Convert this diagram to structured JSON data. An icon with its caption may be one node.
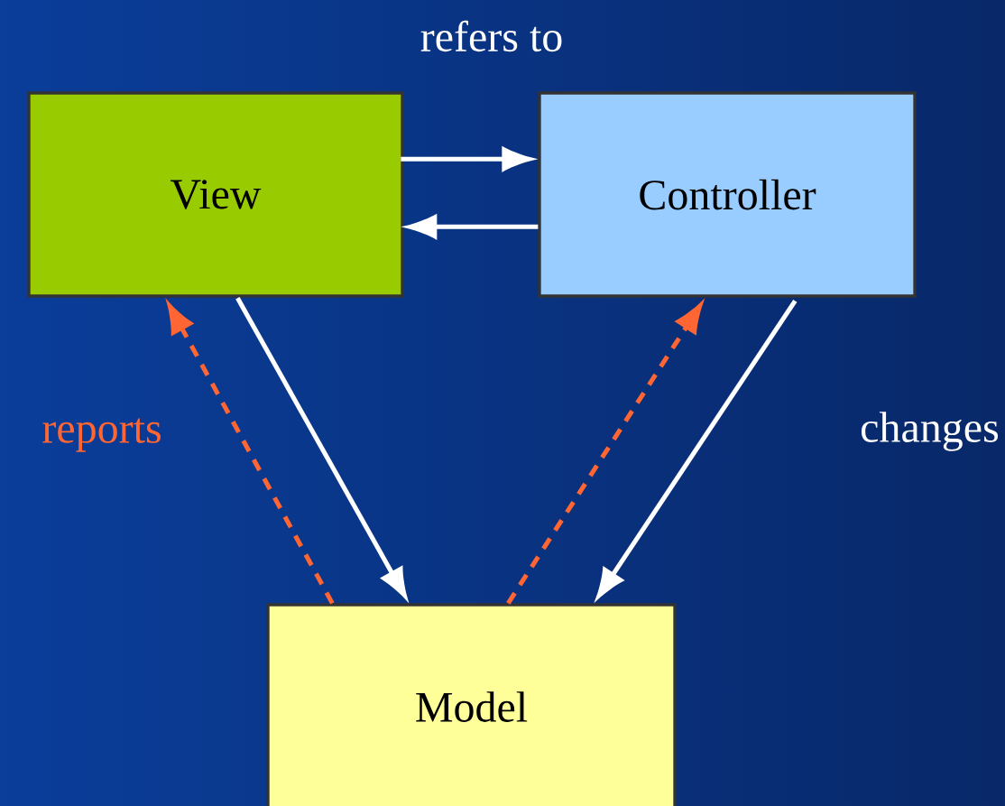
{
  "diagram": {
    "nodes": [
      {
        "text": [
          "View"
        ]
      },
      {
        "text": [
          "Controller"
        ]
      },
      {
        "text": [
          "Model"
        ]
      }
    ],
    "edges": [
      {
        "from": 0,
        "to": 1,
        "arrow": "to"
      },
      {
        "from": 1,
        "to": 0,
        "arrow": "to"
      },
      {
        "from": 0,
        "to": 2,
        "arrow": "to"
      },
      {
        "from": 2,
        "to": 0,
        "arrow": "to",
        "style": "dashed",
        "color": "#ff6633"
      },
      {
        "from": 2,
        "to": 1,
        "arrow": "to",
        "style": "dashed",
        "color": "#ff6633"
      },
      {
        "from": 1,
        "to": 2,
        "arrow": "to"
      }
    ],
    "labels": [
      "refers to",
      "reports",
      "changes"
    ]
  }
}
